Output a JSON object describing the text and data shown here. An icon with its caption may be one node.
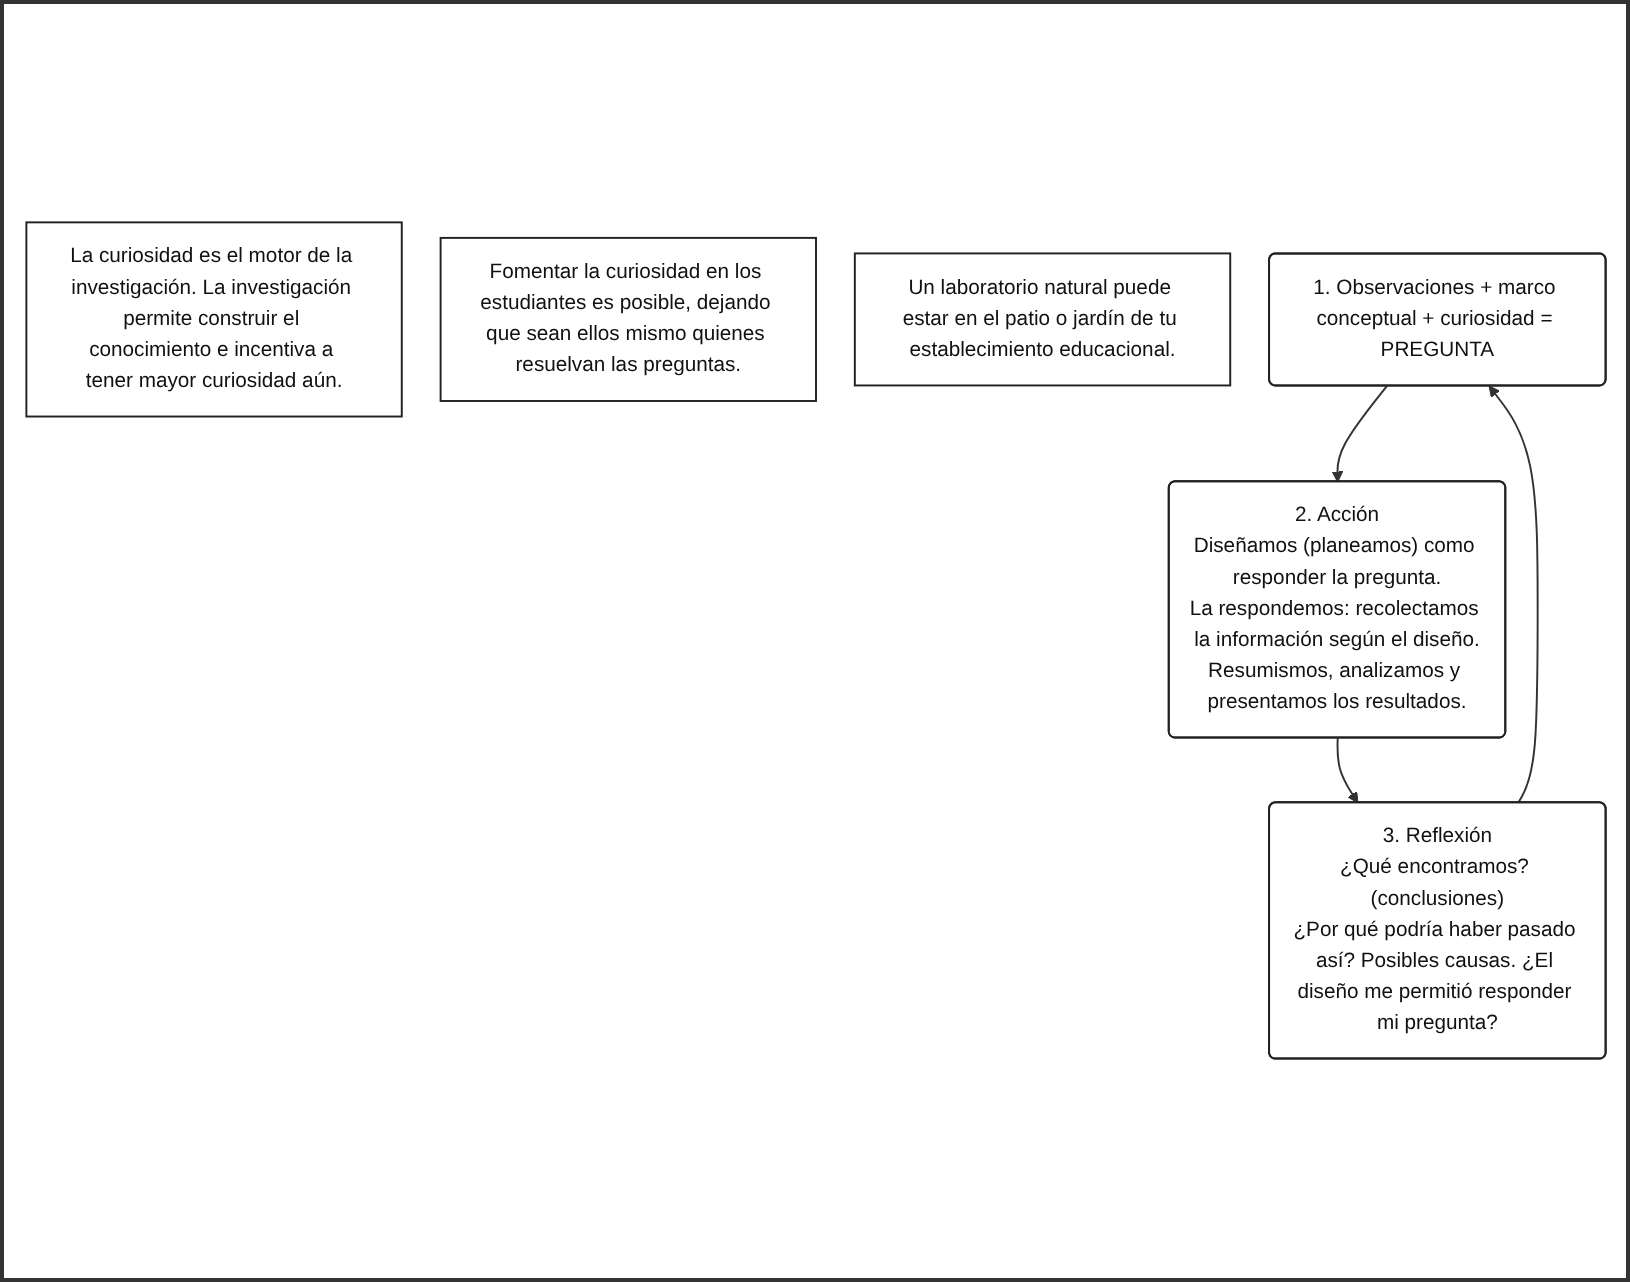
{
  "diagram": {
    "nodes": [
      {
        "text": [
          "La curiosidad es el motor de la investigación. La investigación permite construir el conocimiento e incentiva a tener mayor curiosidad aún."
        ]
      },
      {
        "text": [
          "Fomentar la curiosidad en los estudiantes es posible, dejando que sean ellos mismo quienes resuelvan las preguntas."
        ]
      },
      {
        "text": [
          "Un laboratorio natural puede estar en el patio o jardín de tu establecimiento educacional."
        ]
      },
      {
        "text": [
          "1. Observaciones + marco conceptual + curiosidad = PREGUNTA"
        ]
      },
      {
        "text": [
          "2. Acción",
          "Diseñamos (planeamos) como responder la pregunta.",
          "La respondemos: recolectamos la información según el diseño.",
          "Resumismos, analizamos y presentamos los resultados."
        ]
      },
      {
        "text": [
          "3. Reflexión",
          "¿Qué encontramos? (conclusiones)",
          "¿Por qué podría haber pasado así? Posibles causas. ¿El diseño me permitió responder mi pregunta?"
        ]
      }
    ],
    "edges": [
      {
        "from": 3,
        "to": 4,
        "arrow": "to"
      },
      {
        "from": 4,
        "to": 5,
        "arrow": "to"
      },
      {
        "from": 5,
        "to": 3,
        "arrow": "to"
      }
    ]
  }
}
